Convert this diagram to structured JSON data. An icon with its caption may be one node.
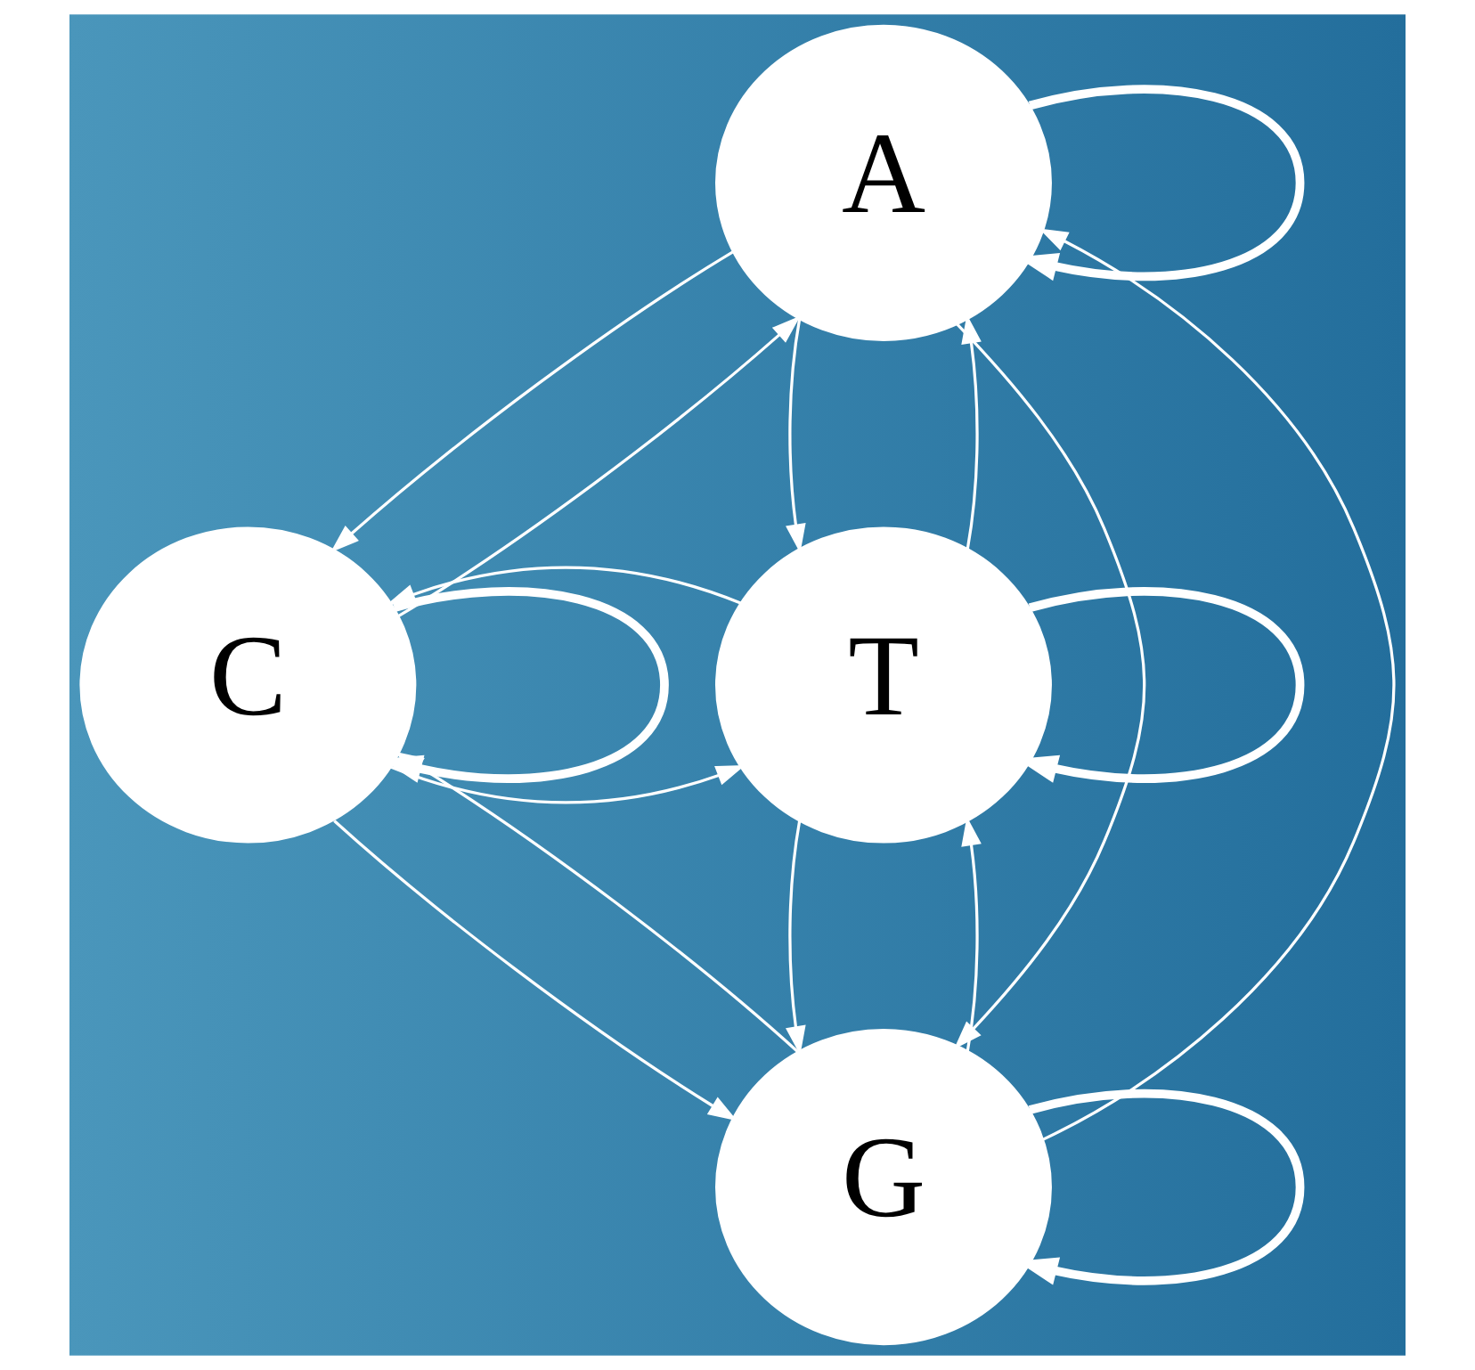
{
  "diagram": {
    "nodes": [
      {
        "text": [
          "A"
        ]
      },
      {
        "text": [
          "C"
        ]
      },
      {
        "text": [
          "T"
        ]
      },
      {
        "text": [
          "G"
        ]
      }
    ],
    "edges": [
      {
        "from": 0,
        "to": 0,
        "arrow": "to",
        "style": "thick"
      },
      {
        "from": 1,
        "to": 1,
        "arrow": "to",
        "style": "thick"
      },
      {
        "from": 2,
        "to": 2,
        "arrow": "to",
        "style": "thick"
      },
      {
        "from": 3,
        "to": 3,
        "arrow": "to",
        "style": "thick"
      },
      {
        "from": 0,
        "to": 1,
        "arrow": "to"
      },
      {
        "from": 1,
        "to": 0,
        "arrow": "to"
      },
      {
        "from": 0,
        "to": 2,
        "arrow": "to"
      },
      {
        "from": 2,
        "to": 0,
        "arrow": "to"
      },
      {
        "from": 0,
        "to": 3,
        "arrow": "to"
      },
      {
        "from": 3,
        "to": 0,
        "arrow": "to"
      },
      {
        "from": 1,
        "to": 2,
        "arrow": "to"
      },
      {
        "from": 2,
        "to": 1,
        "arrow": "to"
      },
      {
        "from": 1,
        "to": 3,
        "arrow": "to"
      },
      {
        "from": 3,
        "to": 1,
        "arrow": "to"
      },
      {
        "from": 3,
        "to": 2,
        "arrow": "to"
      },
      {
        "from": 2,
        "to": 3,
        "arrow": "to"
      }
    ]
  }
}
